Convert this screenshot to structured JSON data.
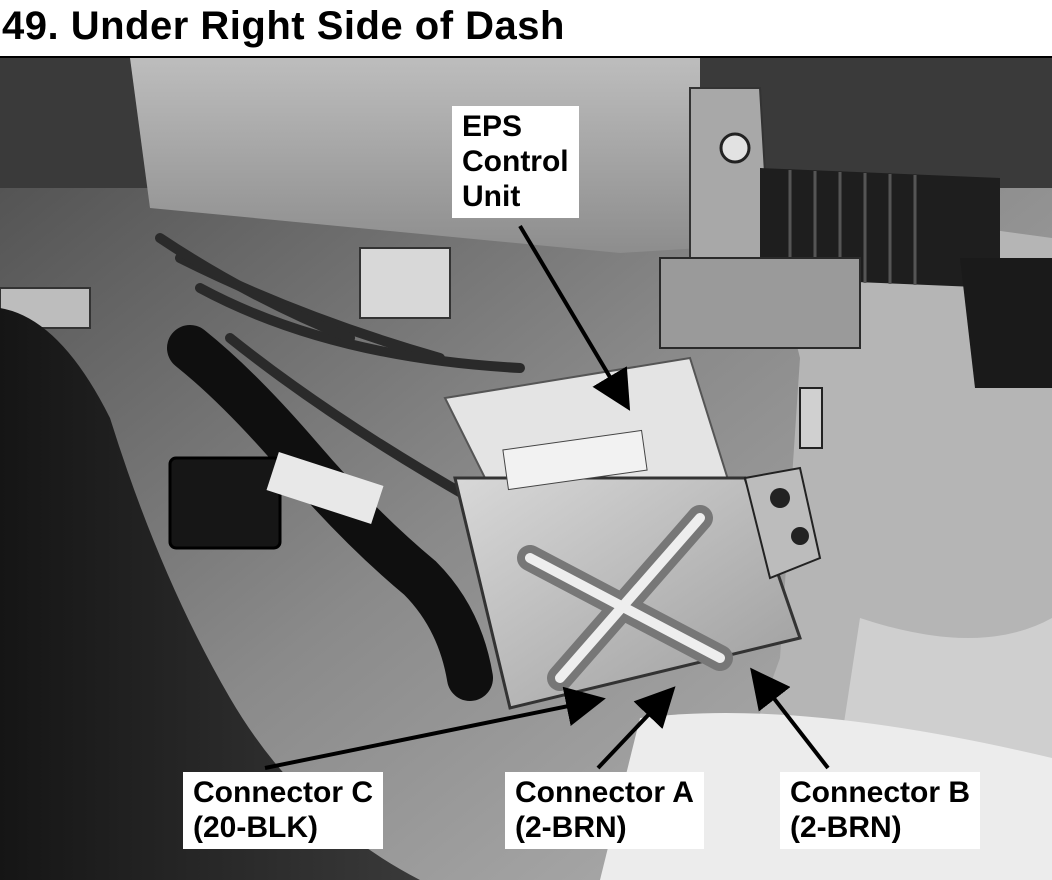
{
  "title": "49.  Under Right Side of Dash",
  "photo": {
    "description_icon": "dashboard-underside-photo"
  },
  "labels": {
    "eps": {
      "line1": "EPS",
      "line2": "Control",
      "line3": "Unit"
    },
    "connector_c": {
      "line1": "Connector C",
      "line2": "(20-BLK)"
    },
    "connector_a": {
      "line1": "Connector A",
      "line2": "(2-BRN)"
    },
    "connector_b": {
      "line1": "Connector B",
      "line2": "(2-BRN)"
    }
  },
  "colors": {
    "label_bg": "#ffffff",
    "arrow": "#000000"
  }
}
